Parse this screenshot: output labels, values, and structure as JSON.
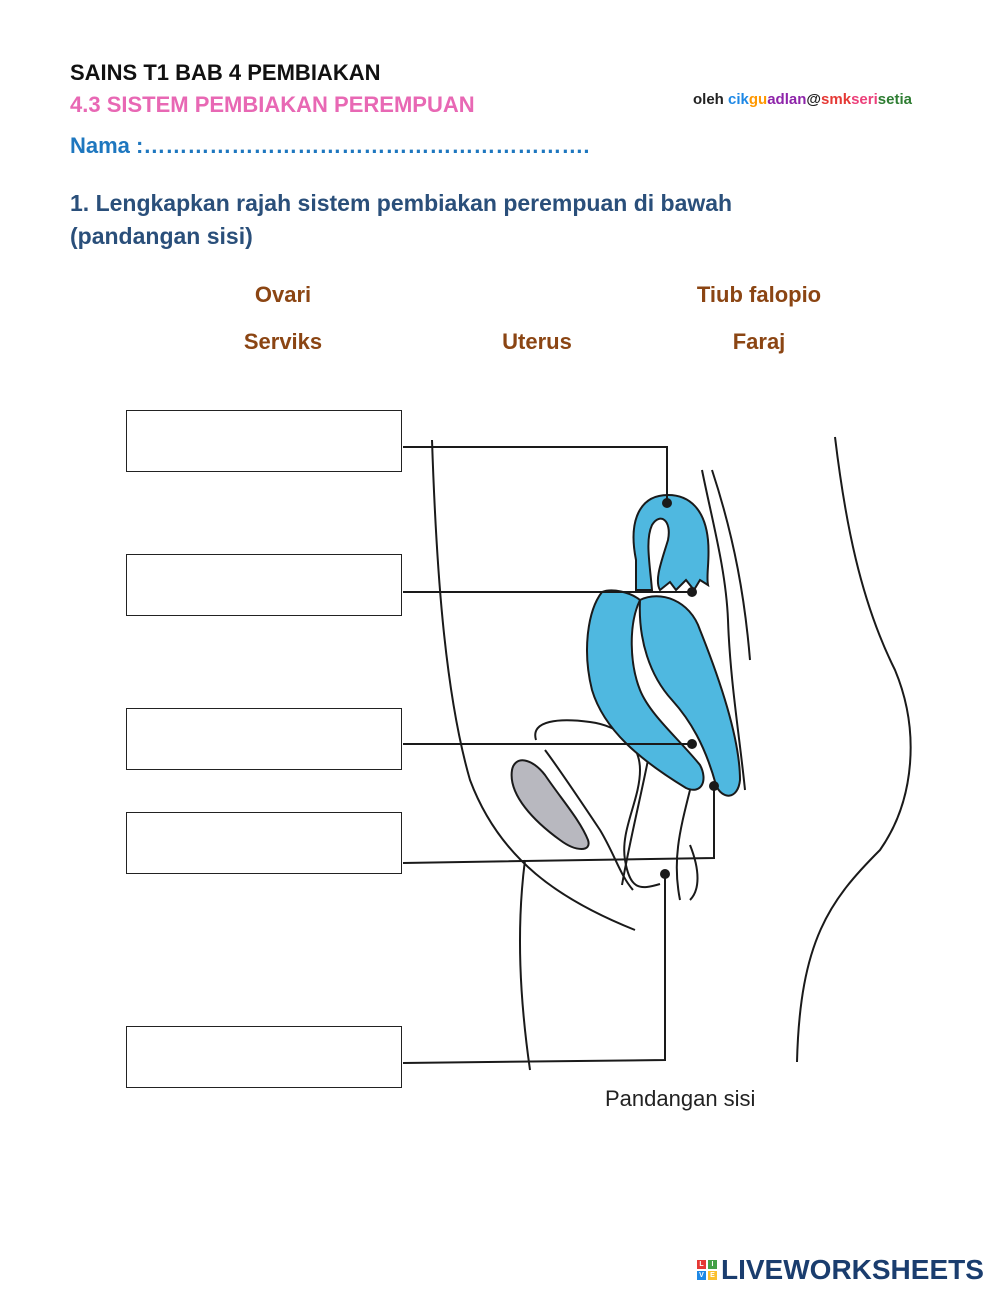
{
  "header": {
    "title": "SAINS T1 BAB 4 PEMBIAKAN",
    "subtitle": "4.3 SISTEM PEMBIAKAN PEREMPUAN",
    "name_label": "Nama :……………………………………………………."
  },
  "credit": {
    "by": "oleh",
    "parts": [
      {
        "text": "cik",
        "color": "#1e88e5"
      },
      {
        "text": "gu",
        "color": "#ff9800"
      },
      {
        "text": "adlan",
        "color": "#8e24aa"
      },
      {
        "text": "@",
        "color": "#222222"
      },
      {
        "text": "smk",
        "color": "#e53935"
      },
      {
        "text": "seri",
        "color": "#ec407a"
      },
      {
        "text": "setia",
        "color": "#2e7d32"
      }
    ]
  },
  "question": {
    "text": "1. Lengkapkan rajah sistem pembiakan perempuan di bawah (pandangan sisi)"
  },
  "word_bank": [
    "Ovari",
    "Tiub falopio",
    "Serviks",
    "Uterus",
    "Faraj"
  ],
  "answer_boxes": [
    "",
    "",
    "",
    "",
    ""
  ],
  "diagram": {
    "caption": "Pandangan sisi",
    "organ_color": "#4fb8e0",
    "bladder_color": "#b8b8bf"
  },
  "brand": {
    "name": "LIVEWORKSHEETS",
    "mark_letters": [
      "L",
      "I",
      "V",
      "E"
    ]
  }
}
